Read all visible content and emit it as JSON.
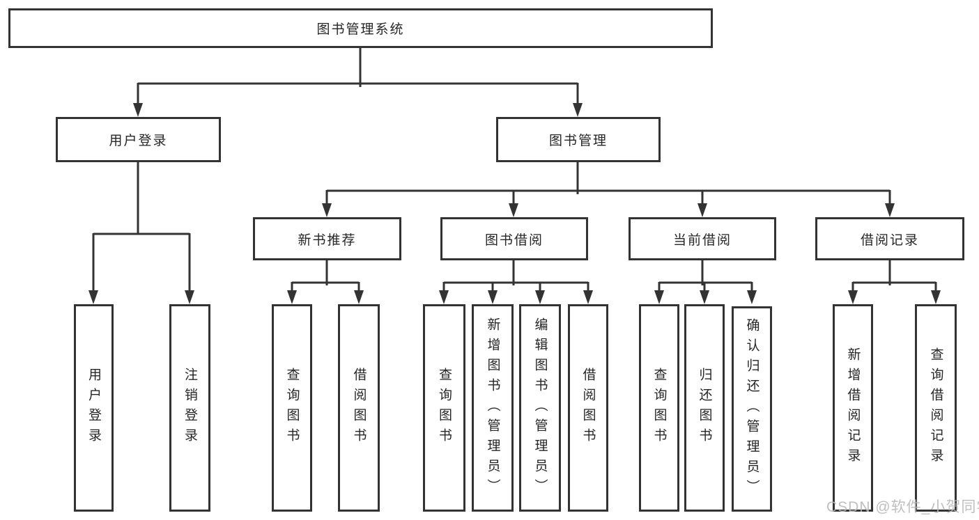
{
  "tree": {
    "label": "图书管理系统",
    "children": [
      {
        "label": "用户登录",
        "children": [
          {
            "label": "用户登录"
          },
          {
            "label": "注销登录"
          }
        ]
      },
      {
        "label": "图书管理",
        "children": [
          {
            "label": "新书推荐",
            "children": [
              {
                "label": "查询图书"
              },
              {
                "label": "借阅图书"
              }
            ]
          },
          {
            "label": "图书借阅",
            "children": [
              {
                "label": "查询图书"
              },
              {
                "label": "新增图书（管理员）"
              },
              {
                "label": "编辑图书（管理员）"
              },
              {
                "label": "借阅图书"
              }
            ]
          },
          {
            "label": "当前借阅",
            "children": [
              {
                "label": "查询图书"
              },
              {
                "label": "归还图书"
              },
              {
                "label": "确认归还（管理员）"
              }
            ]
          },
          {
            "label": "借阅记录",
            "children": [
              {
                "label": "新增借阅记录"
              },
              {
                "label": "查询借阅记录"
              }
            ]
          }
        ]
      }
    ]
  },
  "watermark": "CSDN @软件_小贺同学",
  "colors": {
    "line": "#333333",
    "box_border": "#333333",
    "box_fill": "#ffffff",
    "text": "#262626",
    "watermark": "#b9b9b9",
    "background": "#ffffff"
  }
}
